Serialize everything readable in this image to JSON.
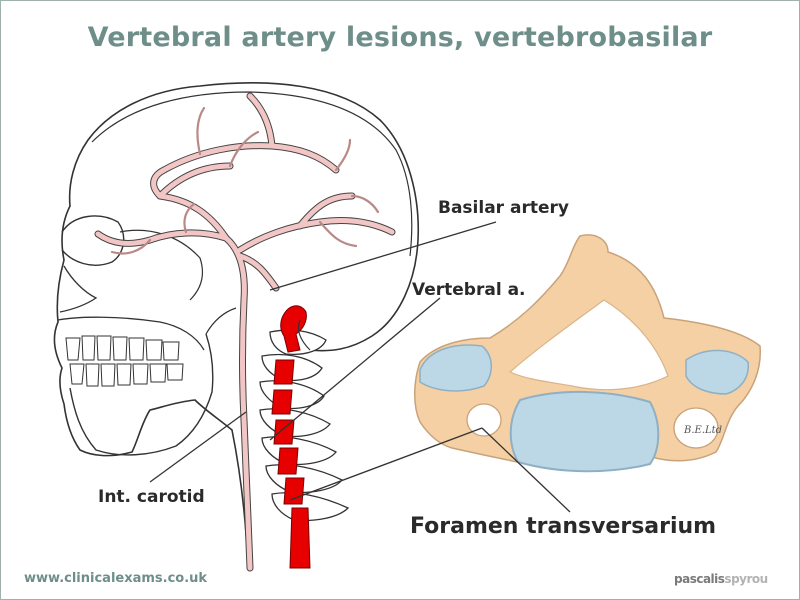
{
  "title": "Vertebral artery lesions, vertebrobasilar",
  "labels": {
    "basilar": "Basilar artery",
    "vertebral": "Vertebral a.",
    "carotid": "Int. carotid",
    "foramen": "Foramen transversarium"
  },
  "artist_credit": "B.E.Ltd",
  "footer": {
    "url": "www.clinicalexams.co.uk",
    "brand_part1": "pascalis",
    "brand_part2": "spyrou"
  },
  "colors": {
    "title": "#6e8e8a",
    "artery_pink": "#f3c6c6",
    "vertebral_red": "#e60000",
    "bone_tan": "#f4d0a4",
    "disc_blue": "#bcd8e6"
  }
}
